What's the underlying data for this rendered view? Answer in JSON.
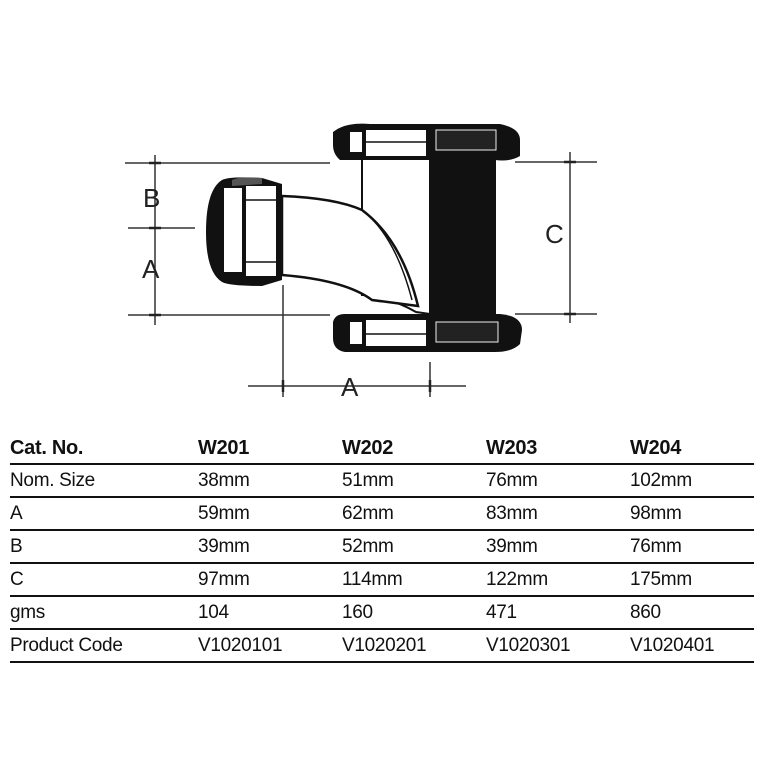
{
  "diagram": {
    "dimension_labels": {
      "b_left": "B",
      "a_left": "A",
      "c_right": "C",
      "a_bottom": "A"
    }
  },
  "table": {
    "headers": [
      "Cat. No.",
      "W201",
      "W202",
      "W203",
      "W204"
    ],
    "rows": [
      [
        "Nom. Size",
        "38mm",
        "51mm",
        "76mm",
        "102mm"
      ],
      [
        "A",
        "59mm",
        "62mm",
        "83mm",
        "98mm"
      ],
      [
        "B",
        "39mm",
        "52mm",
        "39mm",
        "76mm"
      ],
      [
        "C",
        "97mm",
        "114mm",
        "122mm",
        "175mm"
      ],
      [
        "gms",
        "104",
        "160",
        "471",
        "860"
      ],
      [
        "Product Code",
        "V1020101",
        "V1020201",
        "V1020301",
        "V1020401"
      ]
    ]
  }
}
